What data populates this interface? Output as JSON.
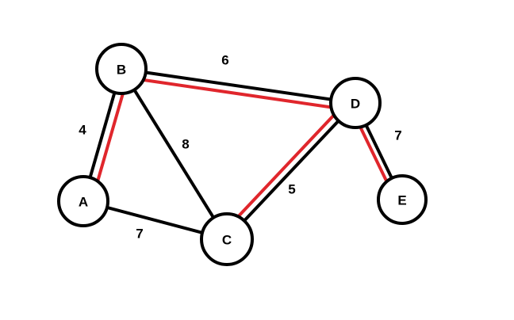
{
  "colors": {
    "edge": "#000000",
    "highlight": "#e0262c",
    "node_fill": "#ffffff",
    "node_stroke": "#000000"
  },
  "graph": {
    "nodes": [
      {
        "id": "B",
        "label": "B"
      },
      {
        "id": "A",
        "label": "A"
      },
      {
        "id": "C",
        "label": "C"
      },
      {
        "id": "D",
        "label": "D"
      },
      {
        "id": "E",
        "label": "E"
      }
    ],
    "edges": [
      {
        "from": "A",
        "to": "B",
        "weight": "4",
        "highlighted": true
      },
      {
        "from": "B",
        "to": "C",
        "weight": "8",
        "highlighted": false
      },
      {
        "from": "A",
        "to": "C",
        "weight": "7",
        "highlighted": false
      },
      {
        "from": "B",
        "to": "D",
        "weight": "6",
        "highlighted": true
      },
      {
        "from": "C",
        "to": "D",
        "weight": "5",
        "highlighted": true
      },
      {
        "from": "D",
        "to": "E",
        "weight": "7",
        "highlighted": true
      }
    ]
  }
}
